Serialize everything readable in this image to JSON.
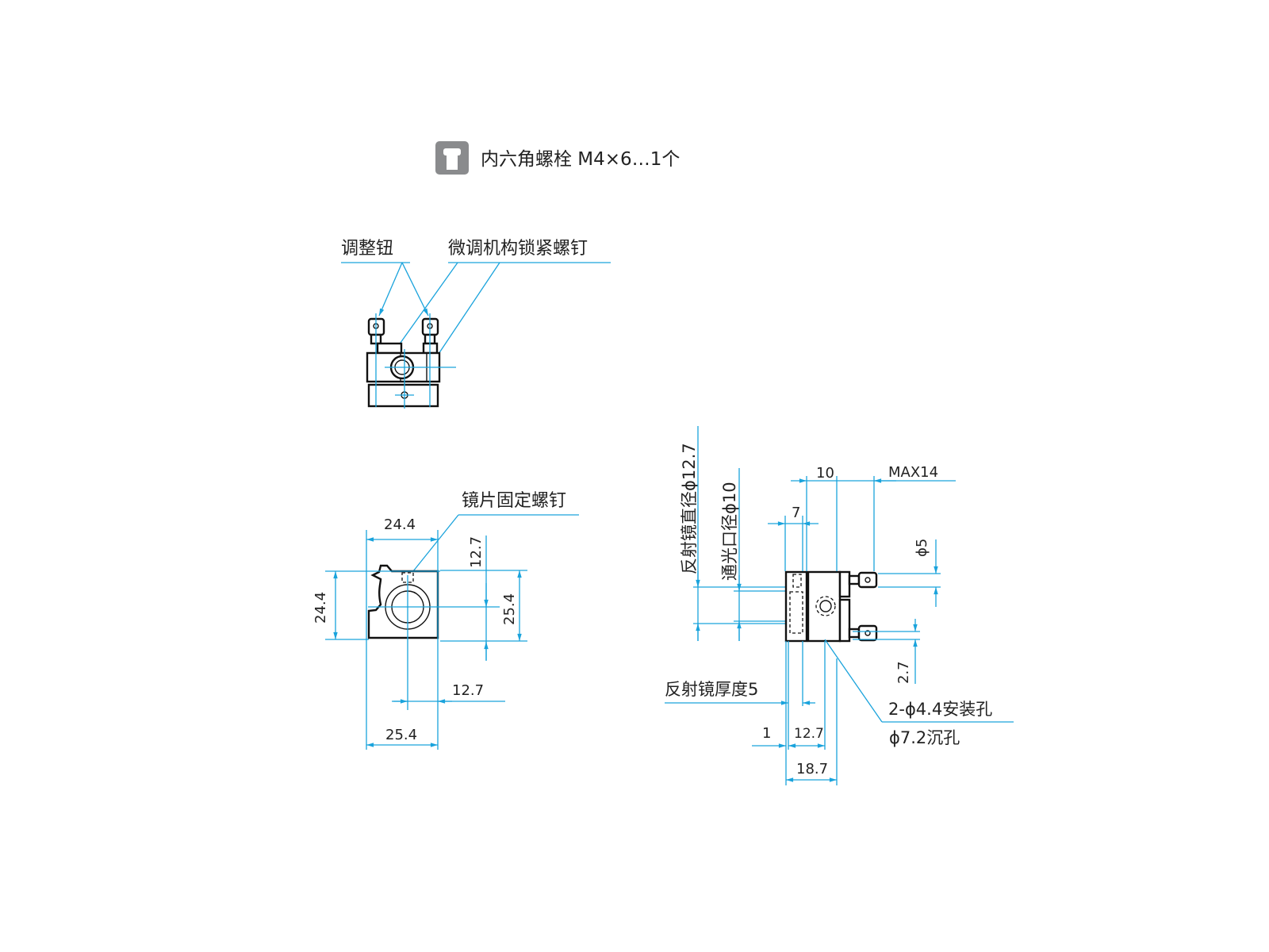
{
  "header": {
    "icon": "hex-bolt-icon",
    "text": "内六角螺栓 M4×6…1个"
  },
  "top_view": {
    "label_adjust_knob": "调整钮",
    "label_lock_screw": "微调机构锁紧螺钉"
  },
  "front_view": {
    "label_mirror_screw": "镜片固定螺钉",
    "dim_width_top": "24.4",
    "dim_height_left": "24.4",
    "dim_center_v": "12.7",
    "dim_height_right": "25.4",
    "dim_center_h": "12.7",
    "dim_width_bottom": "25.4"
  },
  "side_view": {
    "label_mirror_diameter": "反射镜直径ϕ12.7",
    "label_aperture": "通光口径ϕ10",
    "dim_10": "10",
    "dim_max14": "MAX14",
    "dim_7": "7",
    "dim_phi5": "ϕ5",
    "dim_2_7": "2.7",
    "label_mirror_thickness": "反射镜厚度5",
    "dim_1": "1",
    "dim_12_7": "12.7",
    "dim_18_7": "18.7",
    "label_mount_hole": "2-ϕ4.4安装孔",
    "label_counterbore": "ϕ7.2沉孔"
  },
  "colors": {
    "dimension": "#1aa3dc",
    "outline": "#111111",
    "icon_bg": "#8a8b8d"
  }
}
